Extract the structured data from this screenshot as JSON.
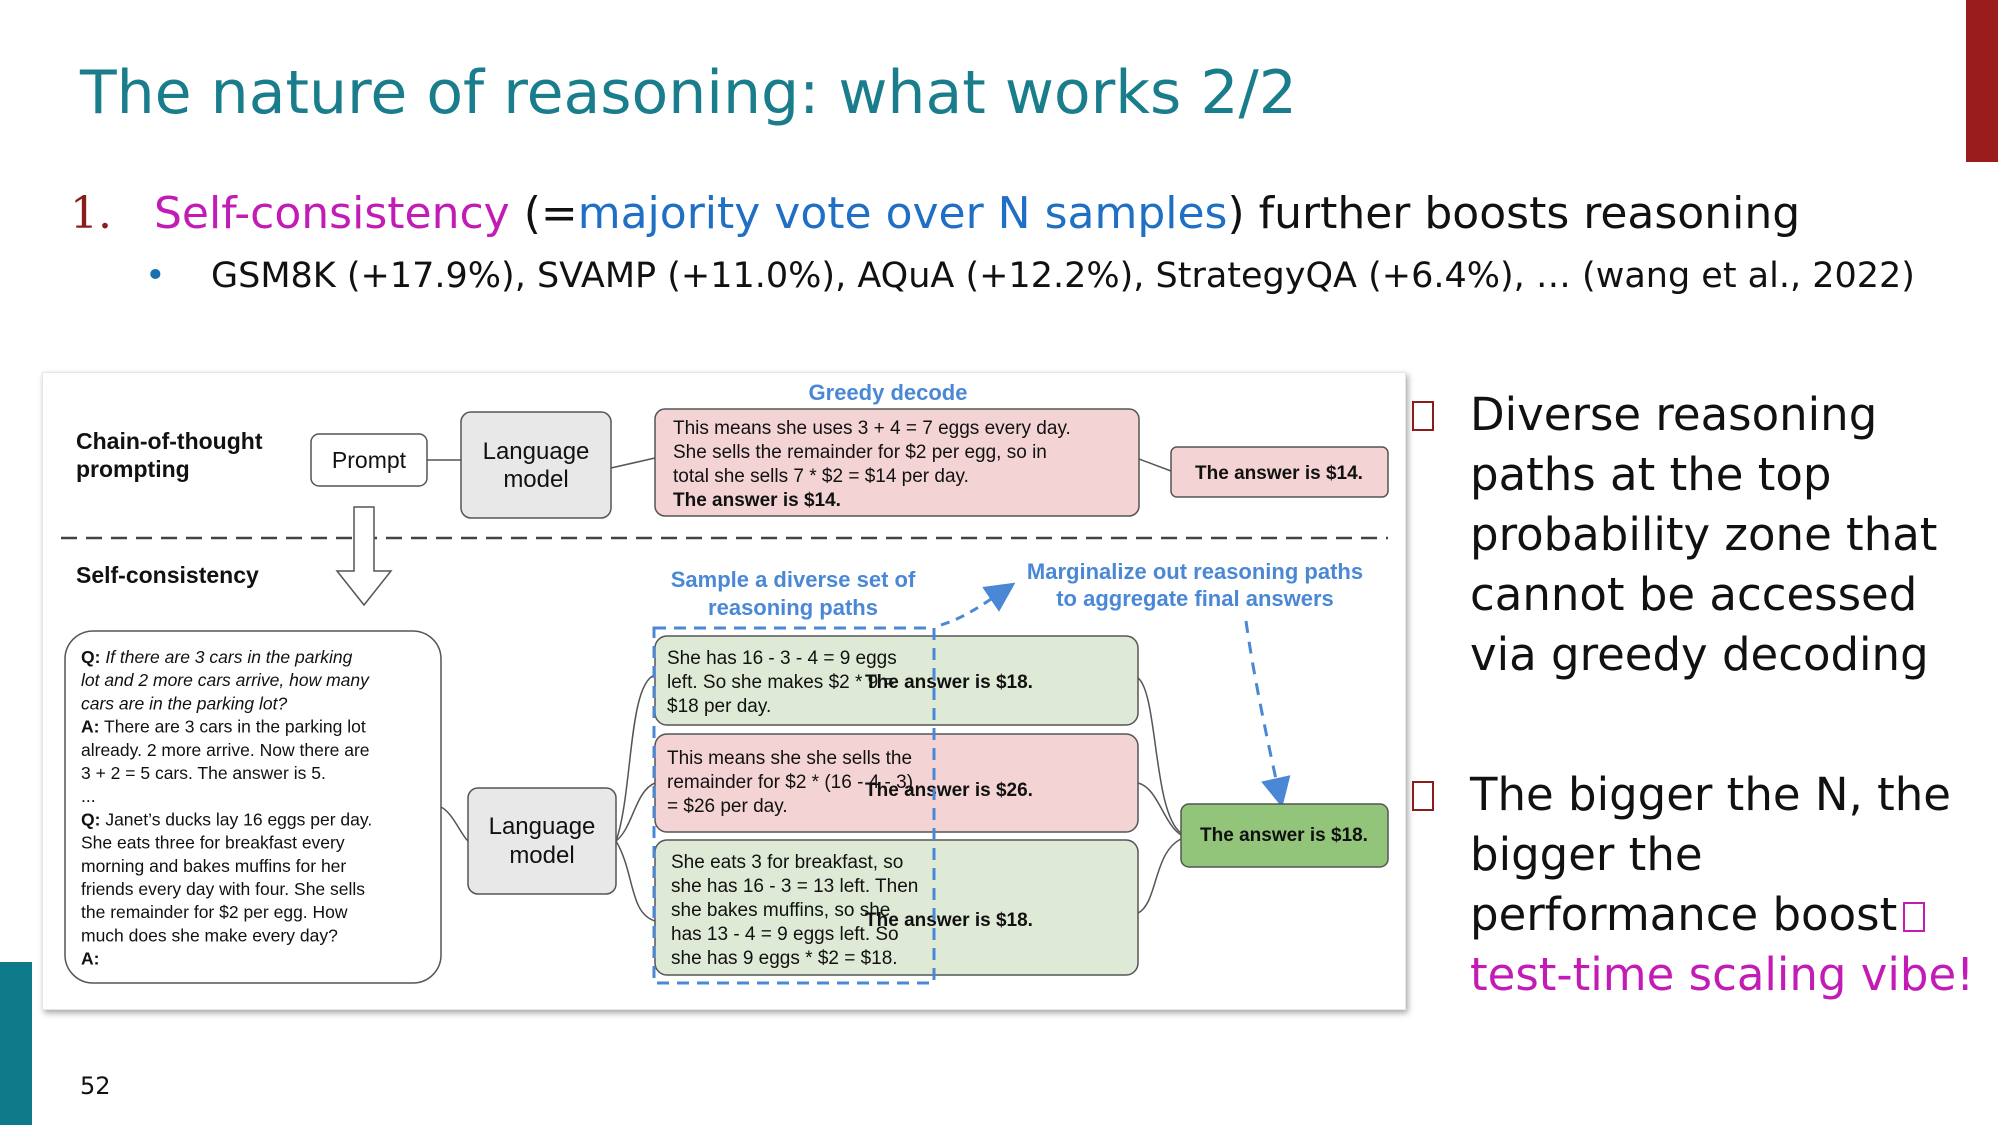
{
  "slide": {
    "title": "The nature of reasoning: what works 2/2",
    "page_number": "52"
  },
  "point1": {
    "number": "1.",
    "highlight": "Self-consistency",
    "paren_open": " (=",
    "definition": "majority vote over N samples",
    "rest": ") further boosts reasoning",
    "sub_bullet": "•",
    "sub_text": "GSM8K (+17.9%), SVAMP (+11.0%), AQuA (+12.2%), StrategyQA (+6.4%), … (wang et al., 2022)"
  },
  "figure": {
    "cot_label_1": "Chain-of-thought",
    "cot_label_2": "prompting",
    "prompt_box": "Prompt",
    "lm_1": "Language",
    "lm_2": "model",
    "greedy_title": "Greedy decode",
    "greedy_lines": [
      "This means she uses 3 + 4 = 7 eggs every day.",
      "She sells the remainder for $2 per egg, so in",
      "total she sells 7 * $2 = $14 per day.",
      "The answer is $14."
    ],
    "greedy_answer": "The answer is $14.",
    "sc_label": "Self-consistency",
    "sample_title_1": "Sample a diverse set of",
    "sample_title_2": "reasoning paths",
    "marg_title_1": "Marginalize out reasoning paths",
    "marg_title_2": "to aggregate final answers",
    "prompt_text": [
      {
        "b": "Q:",
        "t": " If there are 3 cars in the parking",
        "i": true
      },
      {
        "b": "",
        "t": "lot and 2 more cars arrive, how many",
        "i": true
      },
      {
        "b": "",
        "t": "cars are in the parking lot?",
        "i": true
      },
      {
        "b": "A:",
        "t": " There are 3 cars in the parking lot",
        "i": false
      },
      {
        "b": "",
        "t": "already. 2 more arrive. Now there are",
        "i": false
      },
      {
        "b": "",
        "t": "3 + 2 = 5 cars. The answer is 5.",
        "i": false
      },
      {
        "b": "",
        "t": "...",
        "i": false
      },
      {
        "b": "Q:",
        "t": " Janet’s ducks lay 16 eggs per day.",
        "i": false
      },
      {
        "b": "",
        "t": "She eats three for breakfast every",
        "i": false
      },
      {
        "b": "",
        "t": "morning and bakes muffins for her",
        "i": false
      },
      {
        "b": "",
        "t": "friends every day with four. She sells",
        "i": false
      },
      {
        "b": "",
        "t": "the remainder for $2 per egg. How",
        "i": false
      },
      {
        "b": "",
        "t": "much does she make every day?",
        "i": false
      },
      {
        "b": "A:",
        "t": "",
        "i": false
      }
    ],
    "paths": [
      {
        "lines": [
          "She has 16 - 3 - 4 = 9 eggs",
          "left. So she makes $2 * 9 =",
          "$18 per day."
        ],
        "answer": "The answer is $18."
      },
      {
        "lines": [
          "This means she she sells the",
          "remainder for $2 * (16 - 4 - 3)",
          "= $26 per day."
        ],
        "answer": "The answer is $26."
      },
      {
        "lines": [
          "She eats 3 for breakfast, so",
          "she has 16 - 3 = 13 left. Then",
          "she bakes muffins, so she",
          "has 13 - 4 = 9 eggs left. So",
          "she has 9 eggs * $2 = $18."
        ],
        "answer": "The answer is $18."
      }
    ],
    "final_answer": "The answer is $18.",
    "colors": {
      "red_fill": "#f4d3d4",
      "green_fill": "#dfead6",
      "final_fill": "#92c47a",
      "blue": "#4a88d6"
    }
  },
  "side": {
    "item1": "Diverse reasoning paths at the top probability zone that cannot be accessed via greedy decoding",
    "item2_a": "The bigger the N, the bigger the performance boost",
    "item2_b": "test-time scaling vibe!"
  }
}
